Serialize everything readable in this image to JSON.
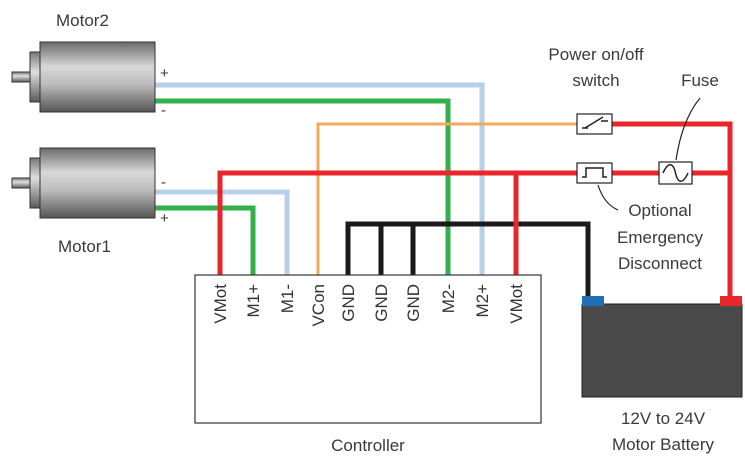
{
  "motors": {
    "motor2": {
      "label": "Motor2",
      "plus": "+",
      "minus": "-"
    },
    "motor1": {
      "label": "Motor1",
      "plus": "+",
      "minus": "-"
    }
  },
  "controller": {
    "label": "Controller",
    "pins": [
      "VMot",
      "M1+",
      "M1-",
      "VCon",
      "GND",
      "GND",
      "GND",
      "M2-",
      "M2+",
      "VMot"
    ]
  },
  "power_switch": {
    "label_line1": "Power on/off",
    "label_line2": "switch"
  },
  "fuse": {
    "label": "Fuse"
  },
  "emergency": {
    "label_line1": "Optional",
    "label_line2": "Emergency",
    "label_line3": "Disconnect"
  },
  "battery": {
    "label_line1": "12V to 24V",
    "label_line2": "Motor Battery"
  },
  "colors": {
    "positive": "#e8262b",
    "ground": "#1a1a1a",
    "logic": "#f4a85a",
    "motor_a": "#33b04a",
    "motor_b": "#b9cfe8",
    "battery_body": "#4a4a4a",
    "terminal_negative": "#1f6fb8",
    "terminal_positive": "#e8262b"
  }
}
